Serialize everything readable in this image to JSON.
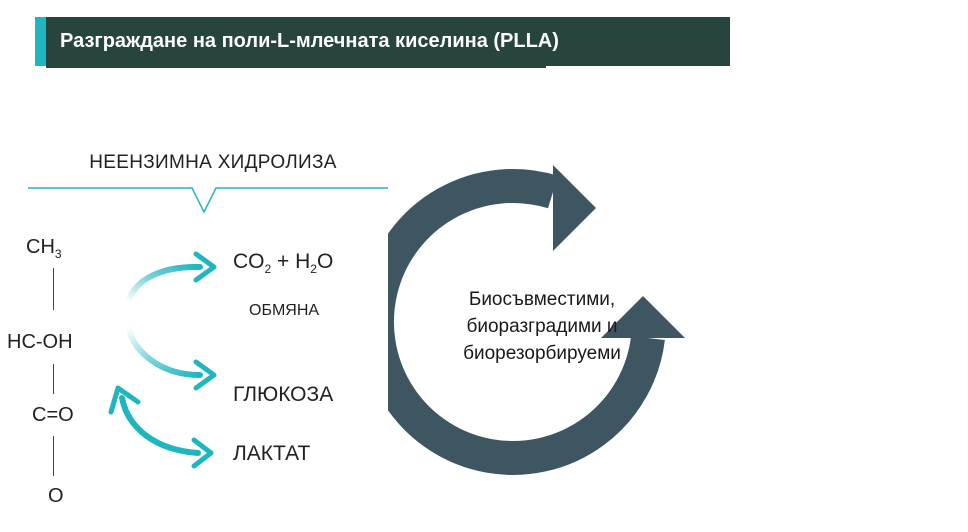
{
  "title": "Разграждане на поли-L-млечната киселина (PLLA)",
  "section_label": "НЕЕНЗИМНА ХИДРОЛИЗА",
  "molecule": {
    "ch3": "CH",
    "ch3_sub": "3",
    "hcoh": "HC-OH",
    "co": "C=O",
    "o": "O"
  },
  "products": {
    "co2_a": "CO",
    "co2_sub": "2",
    "plus_h": " + H",
    "h2o_sub": "2",
    "h2o_o": "O",
    "metabolism": "ОБМЯНА",
    "glucose": "ГЛЮКОЗА",
    "lactate": "ЛАКТАТ"
  },
  "cycle_text": {
    "line1": "Биосъвместими,",
    "line2": "биоразградими и",
    "line3": "биорезорбируеми"
  },
  "colors": {
    "title_bg": "#27443f",
    "accent_teal": "#1fb5c1",
    "cycle": "#3d5661"
  }
}
